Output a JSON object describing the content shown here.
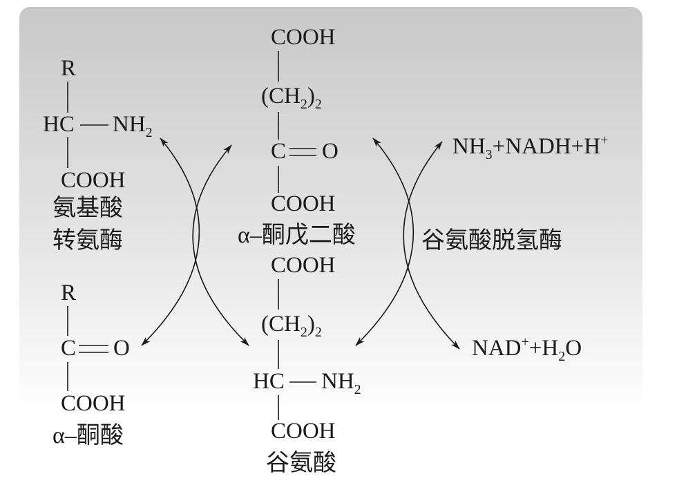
{
  "colors": {
    "ink": "#1a1a1a",
    "panel_top": "#c8c8c8",
    "panel_mid": "#e4e4e4",
    "panel_bottom": "#ffffff"
  },
  "amino_acid": {
    "r": "R",
    "hc": "HC",
    "nh": "NH",
    "nh_sub": "2",
    "cooh": "COOH",
    "label": "氨基酸"
  },
  "transaminase": {
    "label": "转氨酶"
  },
  "alpha_keto_acid": {
    "r": "R",
    "c": "C",
    "o": "O",
    "cooh": "COOH",
    "label": "α–酮酸"
  },
  "alpha_ketoglutarate": {
    "cooh_top": "COOH",
    "ch_open": "(CH",
    "ch_sub": "2",
    "ch_close": ")",
    "ch_count": "2",
    "c": "C",
    "o": "O",
    "cooh_bottom": "COOH",
    "label": "α–酮戊二酸"
  },
  "glutamate": {
    "cooh_top": "COOH",
    "ch_open": "(CH",
    "ch_sub": "2",
    "ch_close": ")",
    "ch_count": "2",
    "hc": "HC",
    "nh": "NH",
    "nh_sub": "2",
    "cooh_bottom": "COOH",
    "label": "谷氨酸"
  },
  "glutamate_dehydrogenase": {
    "label": "谷氨酸脱氢酶"
  },
  "products_top": {
    "nh": "NH",
    "nh_sub": "3",
    "rest": "+NADH+H",
    "h_sup": "+"
  },
  "reactants_bottom": {
    "nad": "NAD",
    "nad_sup": "+",
    "plus_h": "+H",
    "h_sub": "2",
    "o": "O"
  }
}
